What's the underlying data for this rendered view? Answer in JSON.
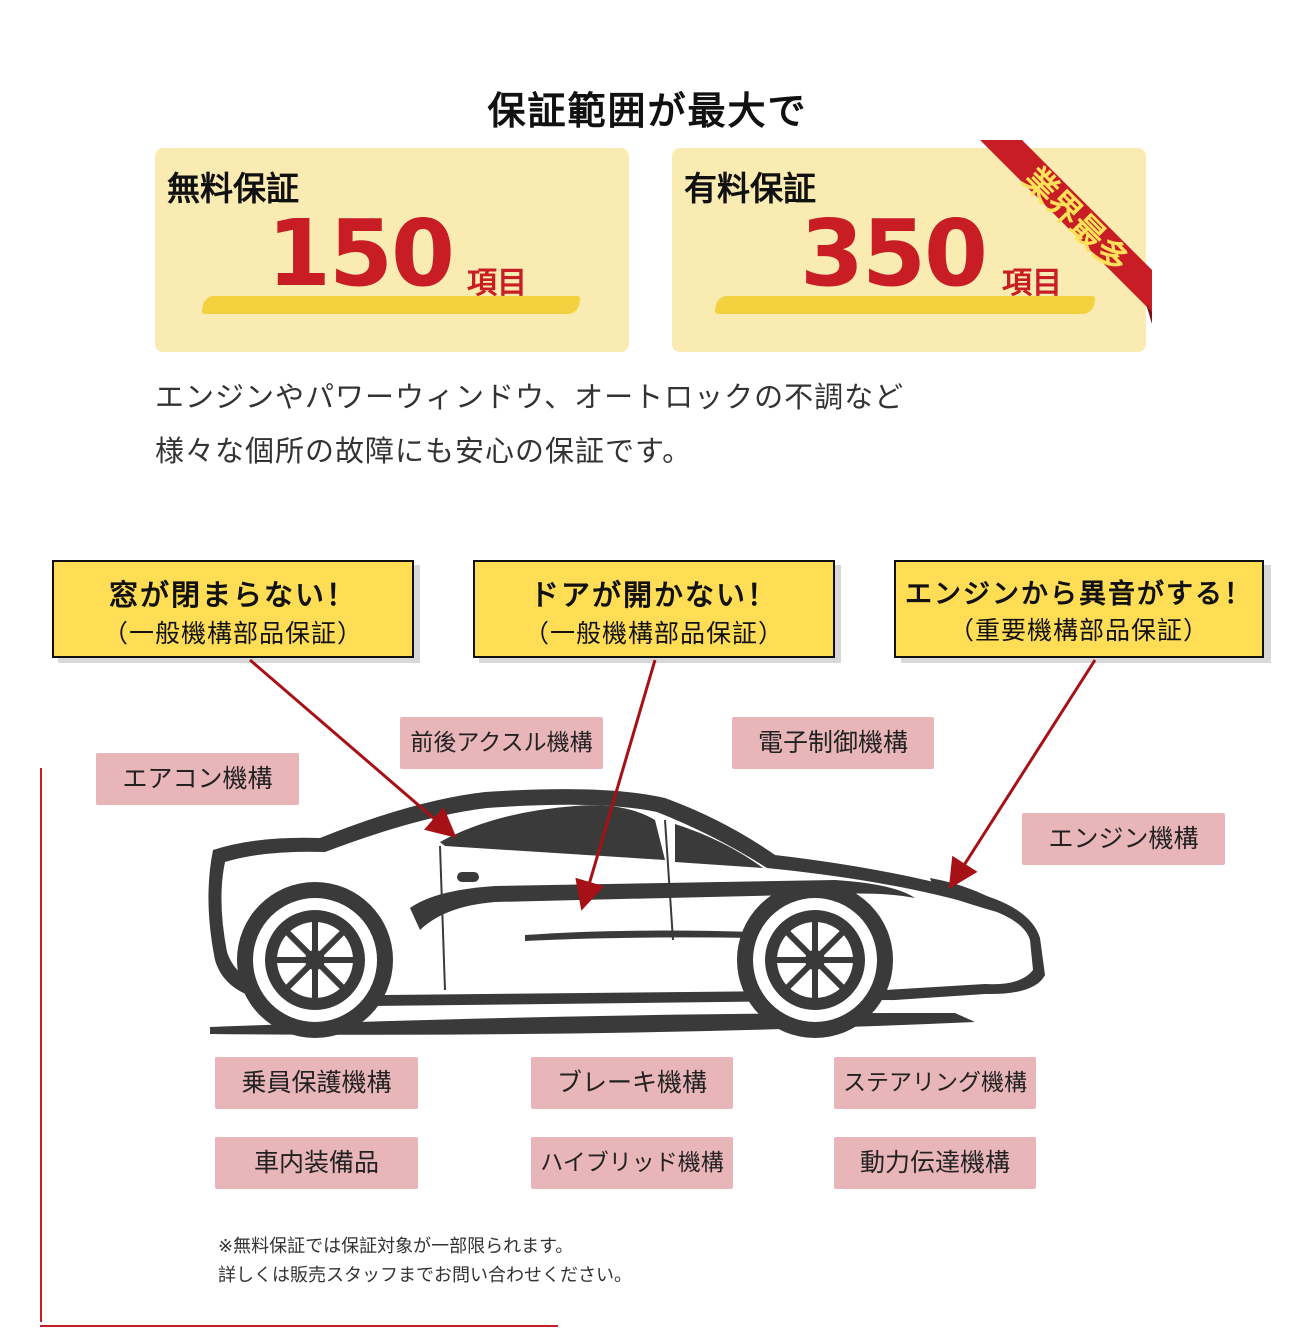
{
  "heading": "保証範囲が最大で",
  "free": {
    "title": "無料保証",
    "count": "150",
    "unit": "項目"
  },
  "paid": {
    "title": "有料保証",
    "count": "350",
    "unit": "項目",
    "ribbon": "業界最多"
  },
  "description": [
    "エンジンやパワーウィンドウ、オートロックの不調など",
    "様々な個所の故障にも安心の保証です。"
  ],
  "callouts": [
    {
      "title": "窓が閉まらない！",
      "sub": "（一般機構部品保証）"
    },
    {
      "title": "ドアが開かない！",
      "sub": "（一般機構部品保証）"
    },
    {
      "title": "エンジンから異音がする！",
      "sub": "（重要機構部品保証）"
    }
  ],
  "tags": {
    "aircon": "エアコン機構",
    "axle": "前後アクスル機構",
    "electronic": "電子制御機構",
    "engine": "エンジン機構",
    "occupant": "乗員保護機構",
    "brake": "ブレーキ機構",
    "steering": "ステアリング機構",
    "interior": "車内装備品",
    "hybrid": "ハイブリッド機構",
    "drivetrain": "動力伝達機構"
  },
  "note": [
    "※無料保証では保証対象が一部限られます。",
    "詳しくは販売スタッフまでお問い合わせください。"
  ],
  "colors": {
    "accent_red": "#c81d25",
    "card_bg": "#f9ebb1",
    "callout_bg": "#ffdd55",
    "tag_bg": "#e8b5b8",
    "car": "#3a3a3a"
  }
}
